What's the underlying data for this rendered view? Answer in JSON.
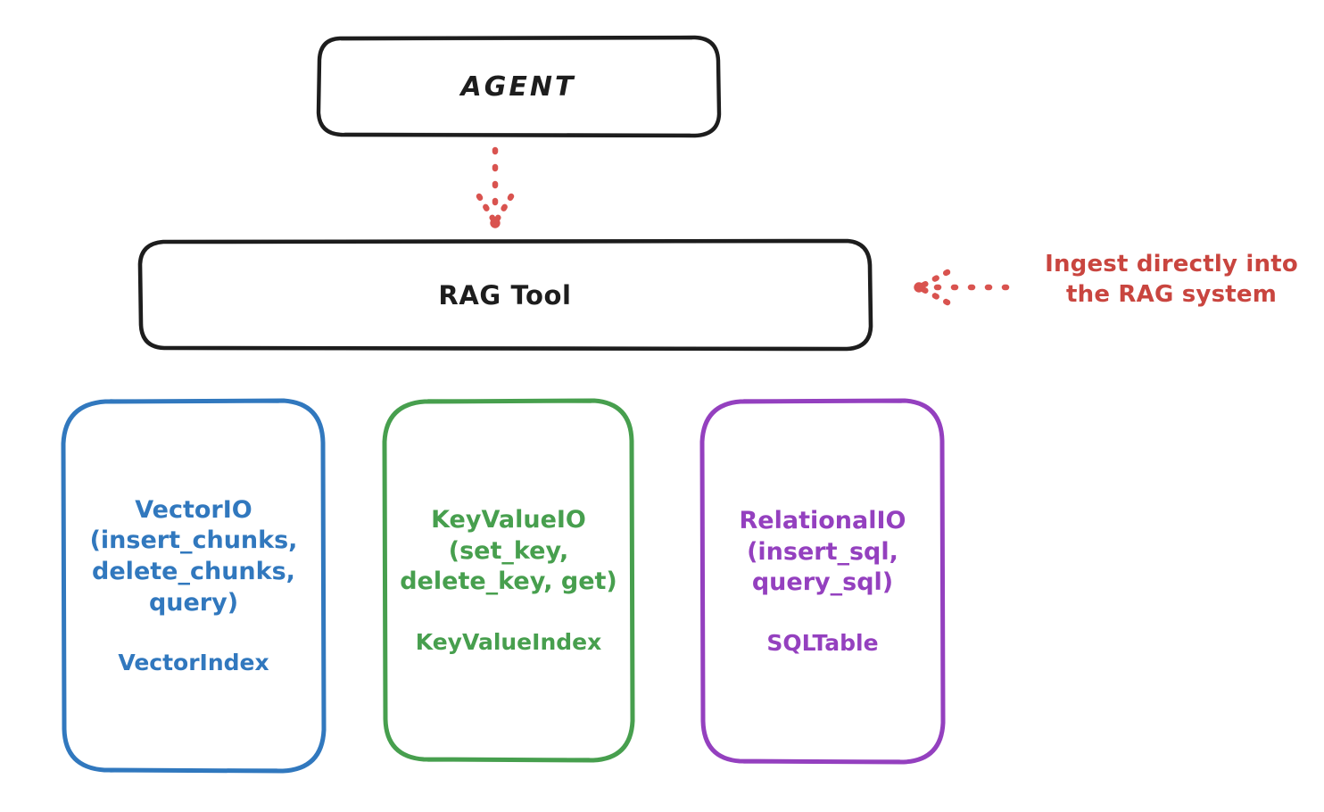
{
  "diagram": {
    "title_nodes": {
      "agent": "AGENT",
      "rag_tool": "RAG Tool"
    },
    "cards": [
      {
        "id": "vector",
        "title": "VectorIO\n(insert_chunks,\ndelete_chunks,\nquery)",
        "index": "VectorIndex",
        "color": "#3178be"
      },
      {
        "id": "keyvalue",
        "title": "KeyValueIO\n(set_key,\ndelete_key, get)",
        "index": "KeyValueIndex",
        "color": "#479f4e"
      },
      {
        "id": "relational",
        "title": "RelationalIO\n(insert_sql,\nquery_sql)",
        "index": "SQLTable",
        "color": "#9440bf"
      }
    ],
    "annotation": {
      "text": "Ingest directly into\nthe RAG system",
      "color": "#c9453f"
    },
    "connectors": {
      "agent_to_rag": "dotted-down-arrow",
      "ingest_to_rag": "dotted-left-arrow"
    },
    "colors": {
      "outline": "#1d1d1d",
      "accent_red": "#c9453f",
      "accent_blue": "#3178be",
      "accent_green": "#479f4e",
      "accent_purple": "#9440bf",
      "background": "#ffffff"
    }
  }
}
